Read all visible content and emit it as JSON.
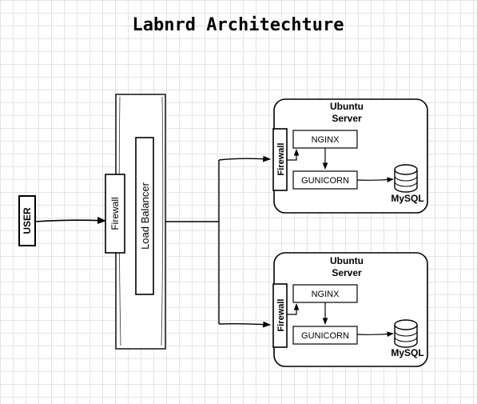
{
  "title": "Labnrd Architechture",
  "user": {
    "label": "USER"
  },
  "firewall": {
    "label": "Firewall"
  },
  "load_balancer": {
    "label": "Load Balancer"
  },
  "servers": [
    {
      "title_line1": "Ubuntu",
      "title_line2": "Server",
      "firewall_label": "Firewall",
      "nginx_label": "NGINX",
      "gunicorn_label": "GUNICORN",
      "mysql_label": "MySQL"
    },
    {
      "title_line1": "Ubuntu",
      "title_line2": "Server",
      "firewall_label": "Firewall",
      "nginx_label": "NGINX",
      "gunicorn_label": "GUNICORN",
      "mysql_label": "MySQL"
    }
  ]
}
